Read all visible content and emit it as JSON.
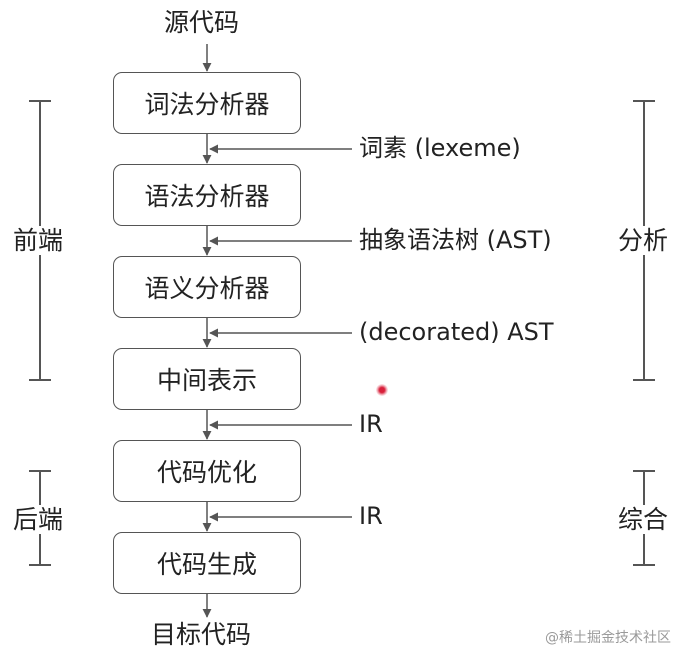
{
  "source": "源代码",
  "target": "目标代码",
  "stages": [
    {
      "label": "词法分析器"
    },
    {
      "label": "语法分析器"
    },
    {
      "label": "语义分析器"
    },
    {
      "label": "中间表示"
    },
    {
      "label": "代码优化"
    },
    {
      "label": "代码生成"
    }
  ],
  "outputs": [
    {
      "label": "词素 (lexeme)"
    },
    {
      "label": "抽象语法树 (AST)"
    },
    {
      "label": "(decorated) AST"
    },
    {
      "label": "IR"
    },
    {
      "label": "IR"
    }
  ],
  "left_groups": [
    {
      "label": "前端"
    },
    {
      "label": "后端"
    }
  ],
  "right_groups": [
    {
      "label": "分析"
    },
    {
      "label": "综合"
    }
  ],
  "watermark": "@稀土掘金技术社区",
  "colors": {
    "line": "#555555",
    "text": "#222222",
    "pointer": "#d81f3a"
  }
}
